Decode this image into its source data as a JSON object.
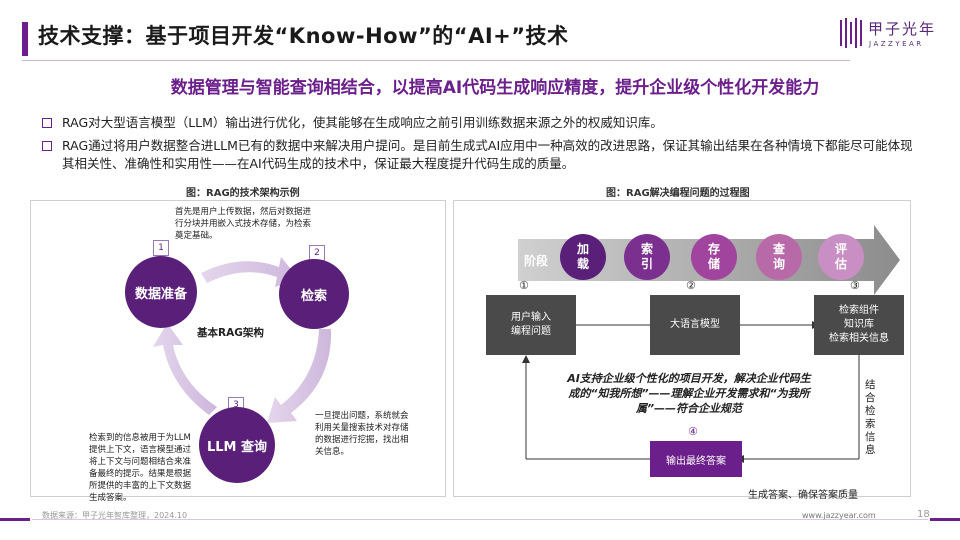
{
  "header": {
    "title": "技术支撑：基于项目开发“Know-How”的“AI+”技术",
    "logo_cn": "甲子光年",
    "logo_en": "JAZZYEAR"
  },
  "subtitle": "数据管理与智能查询相结合，以提高AI代码生成响应精度，提升企业级个性化开发能力",
  "bullets": [
    "RAG对大型语言模型（LLM）输出进行优化，使其能够在生成响应之前引用训练数据来源之外的权威知识库。",
    "RAG通过将用户数据整合进LLM已有的数据中来解决用户提问。是目前生成式AI应用中一种高效的改进思路，保证其输出结果在各种情境下都能尽可能体现其相关性、准确性和实用性——在AI代码生成的技术中，保证最大程度提升代码生成的质量。"
  ],
  "left_panel": {
    "caption": "图：RAG的技术架构示例",
    "center_label": "基本RAG架构",
    "steps": [
      {
        "num": "1",
        "label": "数据准备"
      },
      {
        "num": "2",
        "label": "检索"
      },
      {
        "num": "3",
        "label": "LLM 查询"
      }
    ],
    "note_top": "首先是用户上传数据，然后对数据进行分块并用嵌入式技术存储，为检索奠定基础。",
    "note_right": "一旦提出问题，系统就会利用关量搜索技术对存储的数据进行挖掘，找出相关信息。",
    "note_left": "检索到的信息被用于为LLM提供上下文，语言模型通过将上下文与问题相结合来准备最终的提示。结果是根据所提供的丰富的上下文数据生成答案。"
  },
  "right_panel": {
    "caption": "图：RAG解决编程问题的过程图",
    "stage_label": "阶段",
    "stages": [
      {
        "label": "加载",
        "color": "#5a1f78"
      },
      {
        "label": "索引",
        "color": "#7b2f8f"
      },
      {
        "label": "存储",
        "color": "#a0449e"
      },
      {
        "label": "查询",
        "color": "#b86aa8"
      },
      {
        "label": "评估",
        "color": "#c98fc4"
      }
    ],
    "steps": [
      {
        "num": "①",
        "label": "用户输入\n编程问题"
      },
      {
        "num": "②",
        "label": "大语言模型"
      },
      {
        "num": "③",
        "label": "检索组件\n知识库\n检索相关信息"
      },
      {
        "num": "④",
        "label": "输出最终答案"
      }
    ],
    "center_text": "AI支持企业级个性化的项目开发，解决企业代码生成的“知我所想”——理解企业开发需求和“为我所属”——符合企业规范",
    "side_text": "结合检索信息",
    "bottom_caption": "生成答案、确保答案质量"
  },
  "footer": {
    "source": "数据来源：甲子光年智库整理，2024.10",
    "url": "www.jazzyear.com",
    "page": "18"
  }
}
